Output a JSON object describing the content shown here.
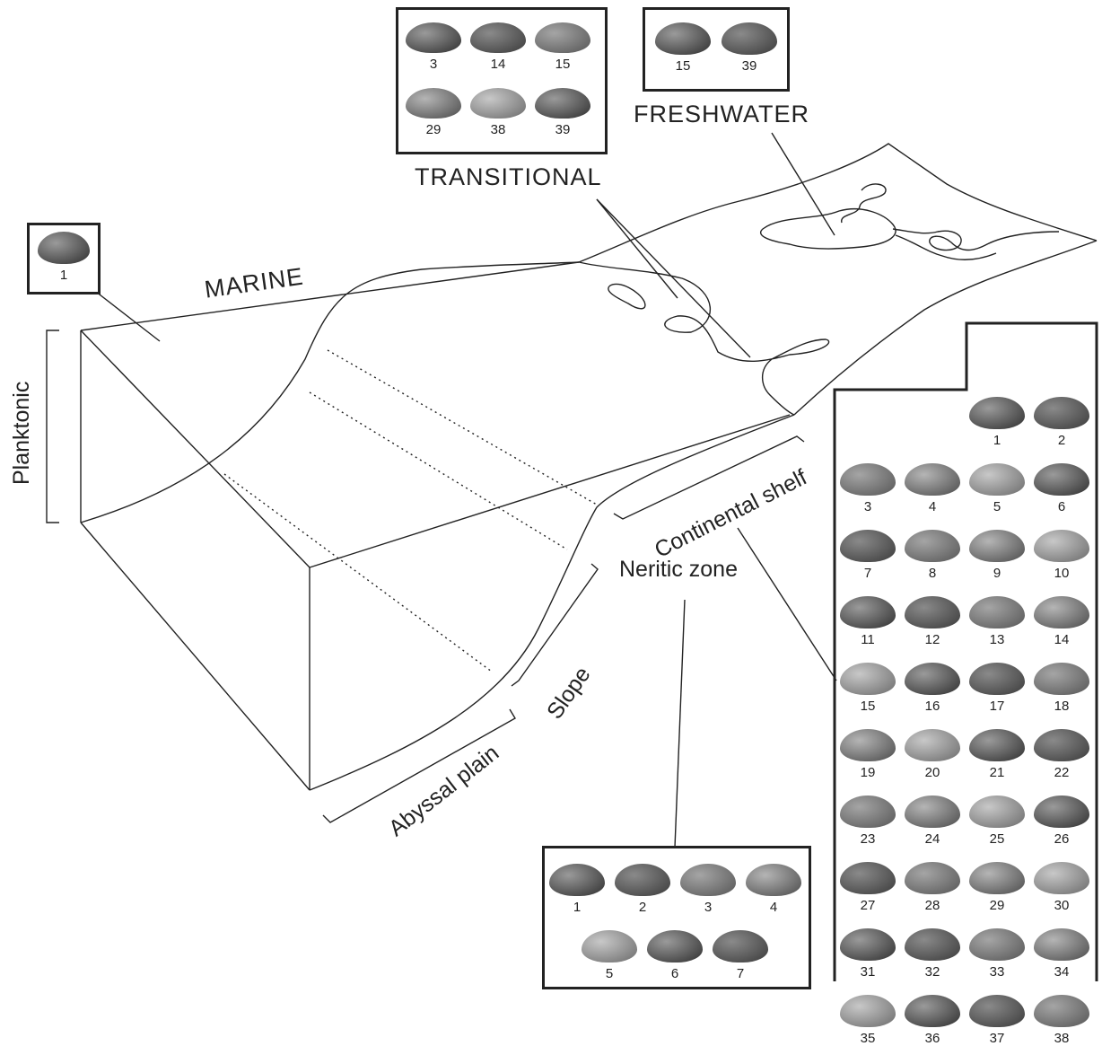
{
  "labels": {
    "marine": "MARINE",
    "transitional": "TRANSITIONAL",
    "freshwater": "FRESHWATER",
    "planktonic": "Planktonic",
    "continental_shelf": "Continental shelf",
    "neritic_zone": "Neritic zone",
    "slope": "Slope",
    "abyssal_plain": "Abyssal plain"
  },
  "groups": {
    "planktonic": [
      "1"
    ],
    "transitional": [
      "3",
      "14",
      "15",
      "29",
      "38",
      "39"
    ],
    "freshwater": [
      "15",
      "39"
    ],
    "neritic": [
      "1",
      "2",
      "3",
      "4",
      "5",
      "6",
      "7"
    ],
    "continental_shelf": [
      "1",
      "2",
      "3",
      "4",
      "5",
      "6",
      "7",
      "8",
      "9",
      "10",
      "11",
      "12",
      "13",
      "14",
      "15",
      "16",
      "17",
      "18",
      "19",
      "20",
      "21",
      "22",
      "23",
      "24",
      "25",
      "26",
      "27",
      "28",
      "29",
      "30",
      "31",
      "32",
      "33",
      "34",
      "35",
      "36",
      "37",
      "38"
    ]
  },
  "colors": {
    "line": "#222222",
    "shell_dark": "#3a3a3a",
    "shell_light": "#9a9a9a"
  }
}
